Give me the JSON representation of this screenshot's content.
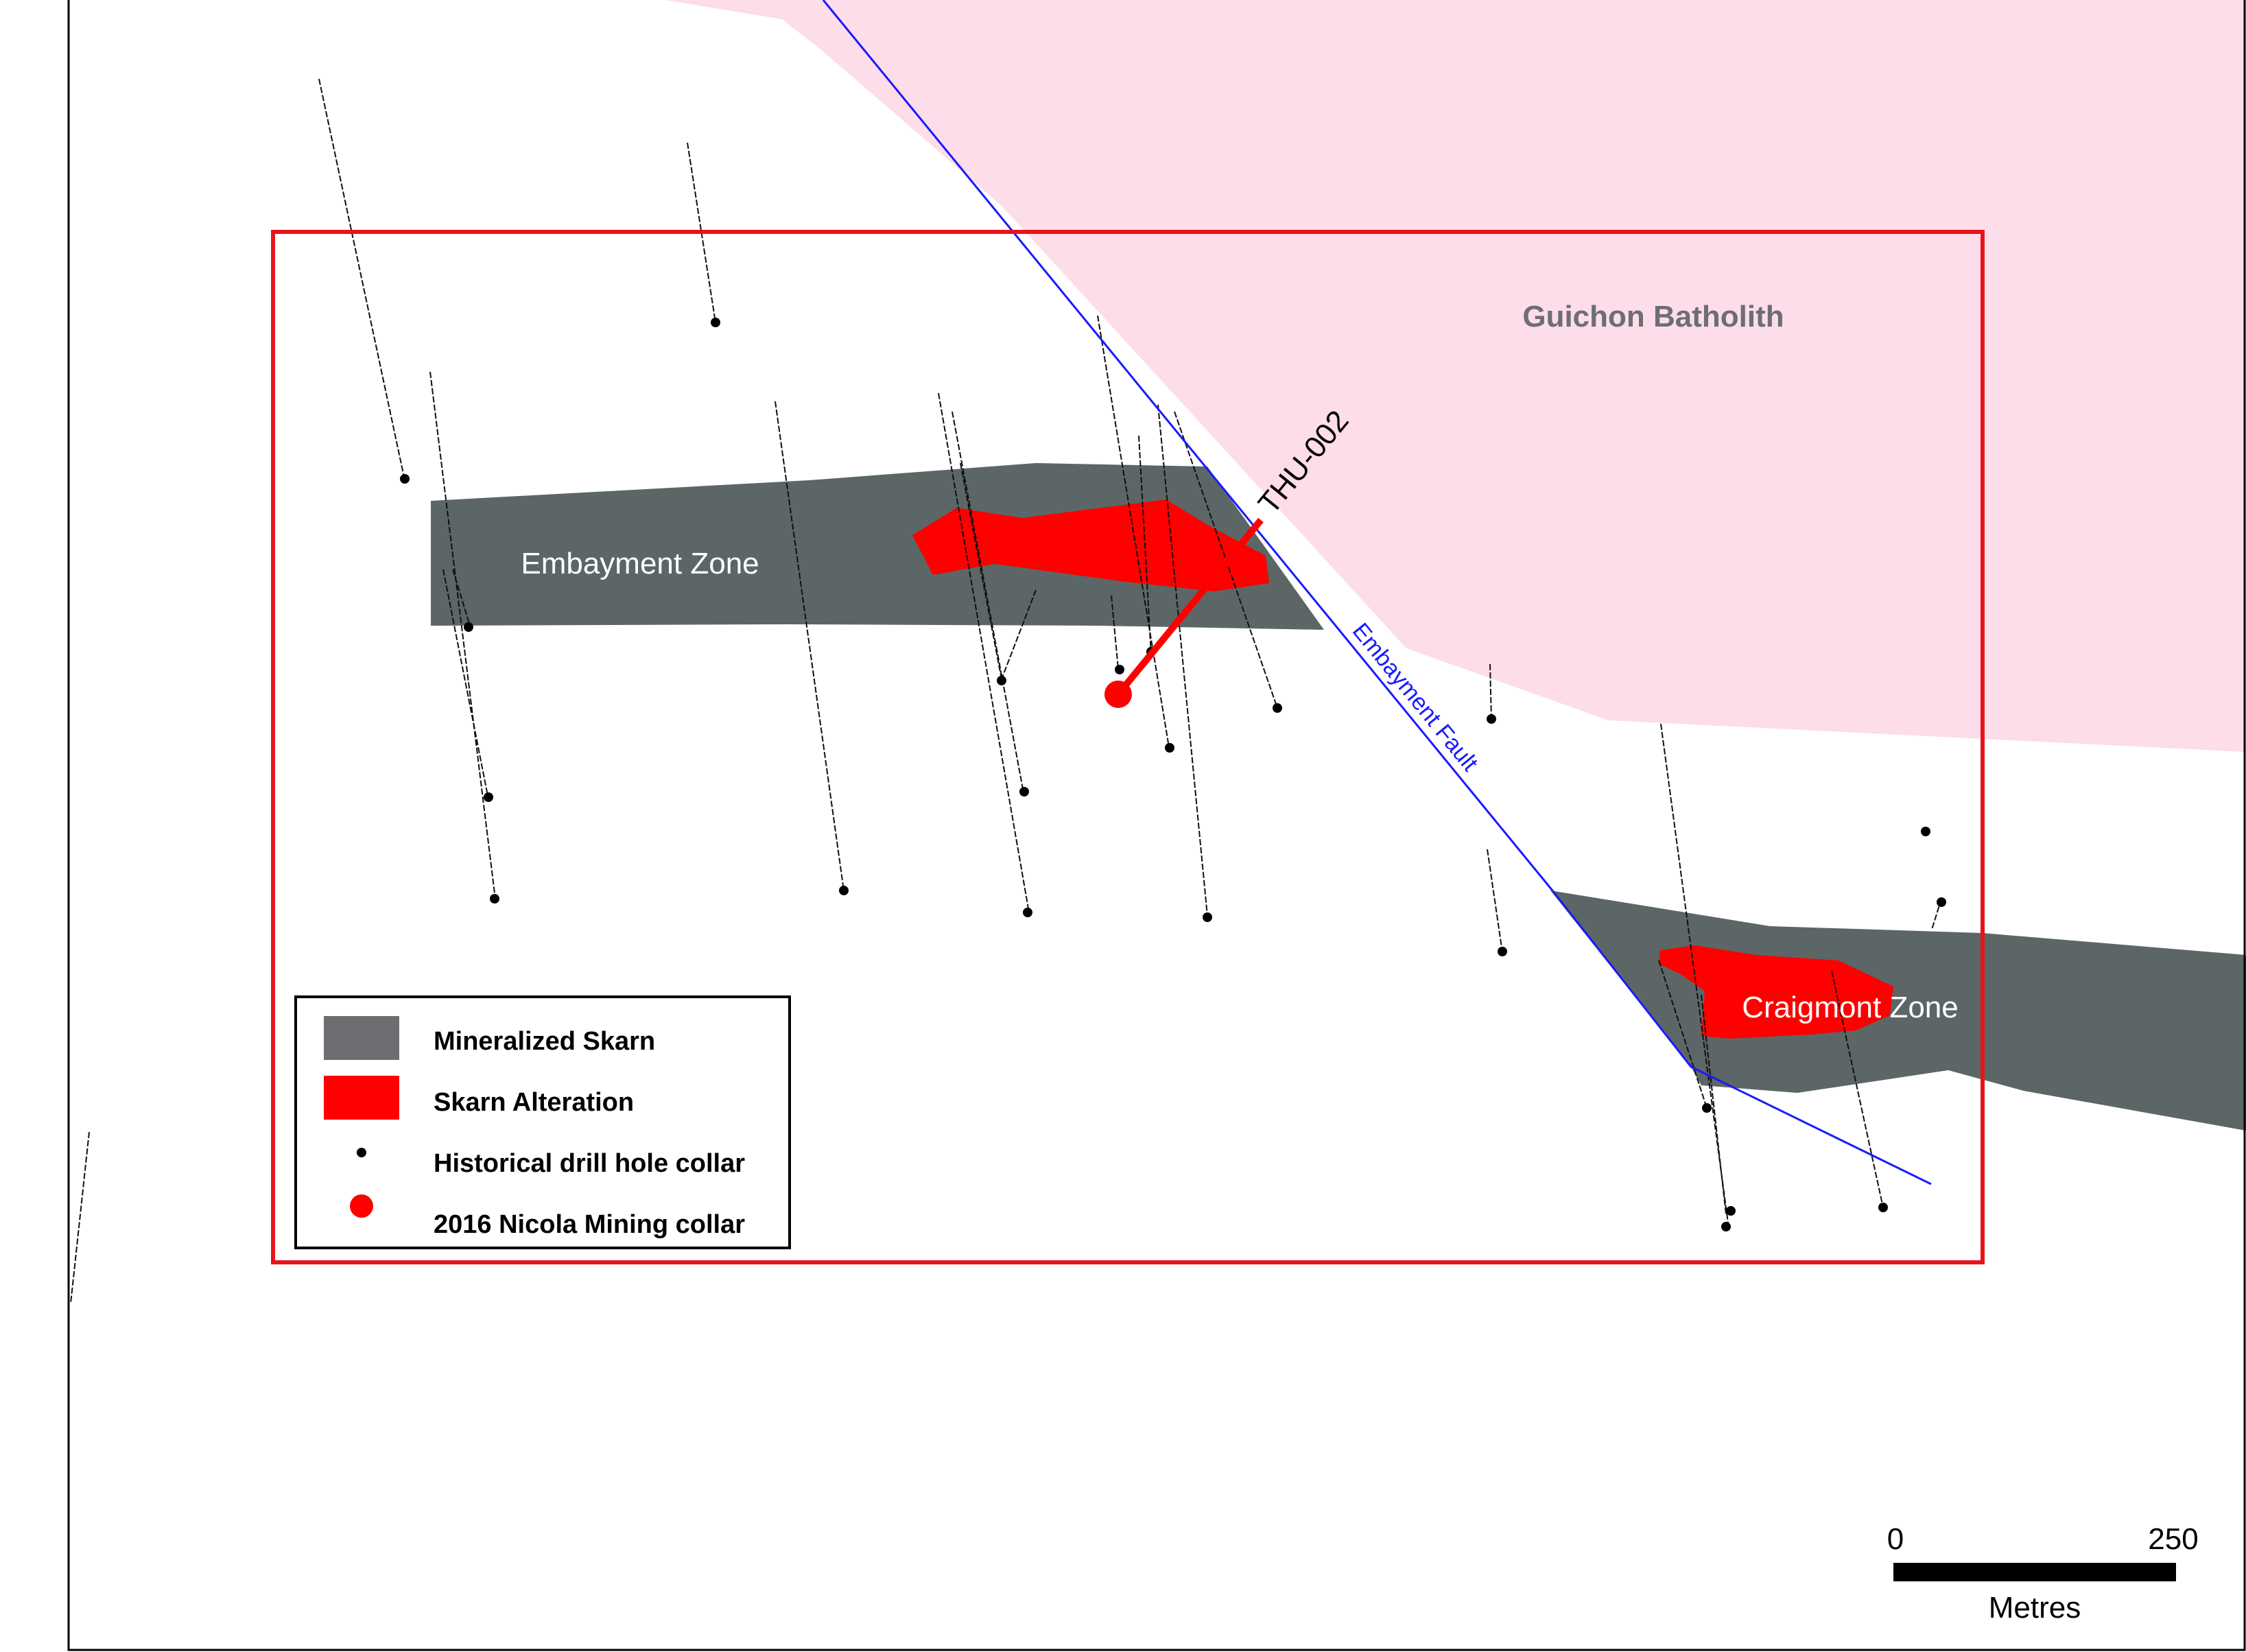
{
  "map": {
    "labels": {
      "batholith": "Guichon Batholith",
      "embayment_zone": "Embayment Zone",
      "craigmont_zone": "Craigmont Zone",
      "fault": "Embayment Fault",
      "drill_hole": "THU-002"
    },
    "colors": {
      "batholith_fill": "#fcdde9",
      "skarn_fill": "#5c6666",
      "alteration_fill": "#ff0000",
      "fault_line": "#1a1aff",
      "property_boundary": "#e8141c",
      "collar": "#000000",
      "label_dark": "#6d6e71"
    }
  },
  "legend": {
    "items": [
      {
        "symbol": "grey-rectangle",
        "label": "Mineralized Skarn"
      },
      {
        "symbol": "red-rectangle",
        "label": "Skarn Alteration"
      },
      {
        "symbol": "small-black-dot",
        "label": "Historical drill hole collar"
      },
      {
        "symbol": "large-red-dot",
        "label": "2016 Nicola Mining collar"
      }
    ]
  },
  "scale_bar": {
    "start_label": "0",
    "end_label": "250",
    "unit": "Metres"
  }
}
